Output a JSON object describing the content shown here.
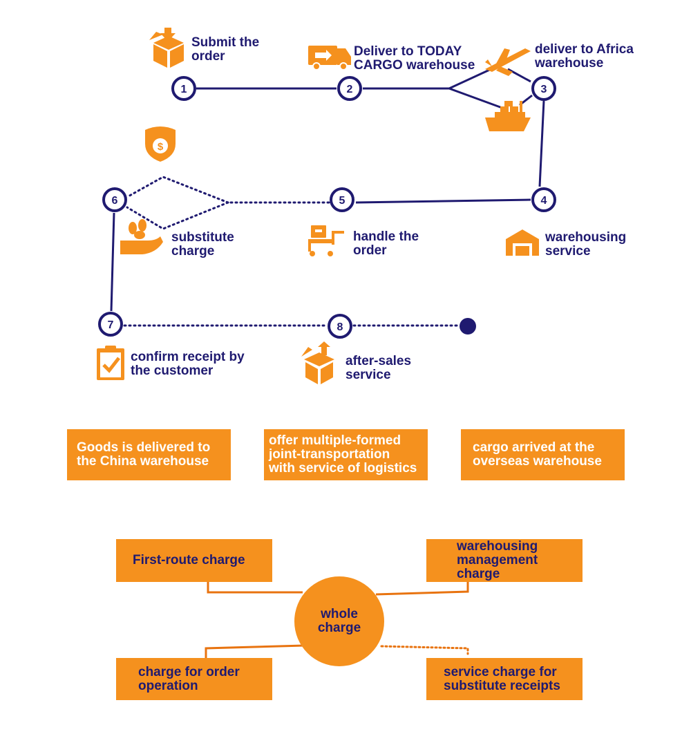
{
  "colors": {
    "navy": "#1f1a70",
    "orange": "#f5911e",
    "white": "#ffffff"
  },
  "process": {
    "steps": [
      {
        "number": "1",
        "label": "Submit the\norder",
        "icon": "package-icon"
      },
      {
        "number": "2",
        "label": "Deliver to TODAY\nCARGO warehouse",
        "icon": "delivery-truck-icon"
      },
      {
        "number": "3",
        "label": "deliver to Africa\nwarehouse",
        "icon": "airplane-icon",
        "icon_alt": "cargo-ship-icon"
      },
      {
        "number": "4",
        "label": "warehousing\nservice",
        "icon": "warehouse-icon"
      },
      {
        "number": "5",
        "label": "handle the\norder",
        "icon": "scale-cart-icon"
      },
      {
        "number": "6",
        "label": "substitute\ncharge",
        "icon": "money-shield-icon",
        "icon_alt": "coins-hand-icon"
      },
      {
        "number": "7",
        "label": "confirm receipt by\nthe customer",
        "icon": "clipboard-check-icon"
      },
      {
        "number": "8",
        "label": "after-sales\nservice",
        "icon": "return-box-icon"
      }
    ]
  },
  "highlights": [
    "Goods is delivered to\nthe China warehouse",
    "offer multiple-formed\njoint-transportation\nwith service of logistics",
    "cargo arrived at the\noverseas warehouse"
  ],
  "charges": {
    "center": "whole\ncharge",
    "items": [
      "First-route charge",
      "warehousing\nmanagement\ncharge",
      "charge for order\noperation",
      "service charge for\nsubstitute receipts"
    ]
  }
}
